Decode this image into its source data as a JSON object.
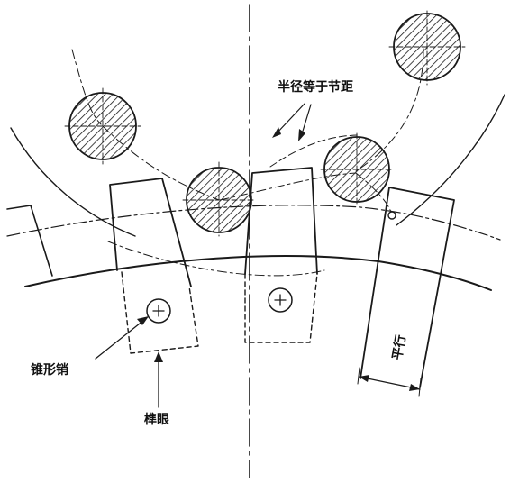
{
  "labels": {
    "radius_equals_pitch": "半径等于节距",
    "taper_pin": "锥形销",
    "mortise": "榫眼",
    "parallel": "平行"
  },
  "colors": {
    "ink": "#1a1a1a",
    "paper": "#ffffff"
  }
}
